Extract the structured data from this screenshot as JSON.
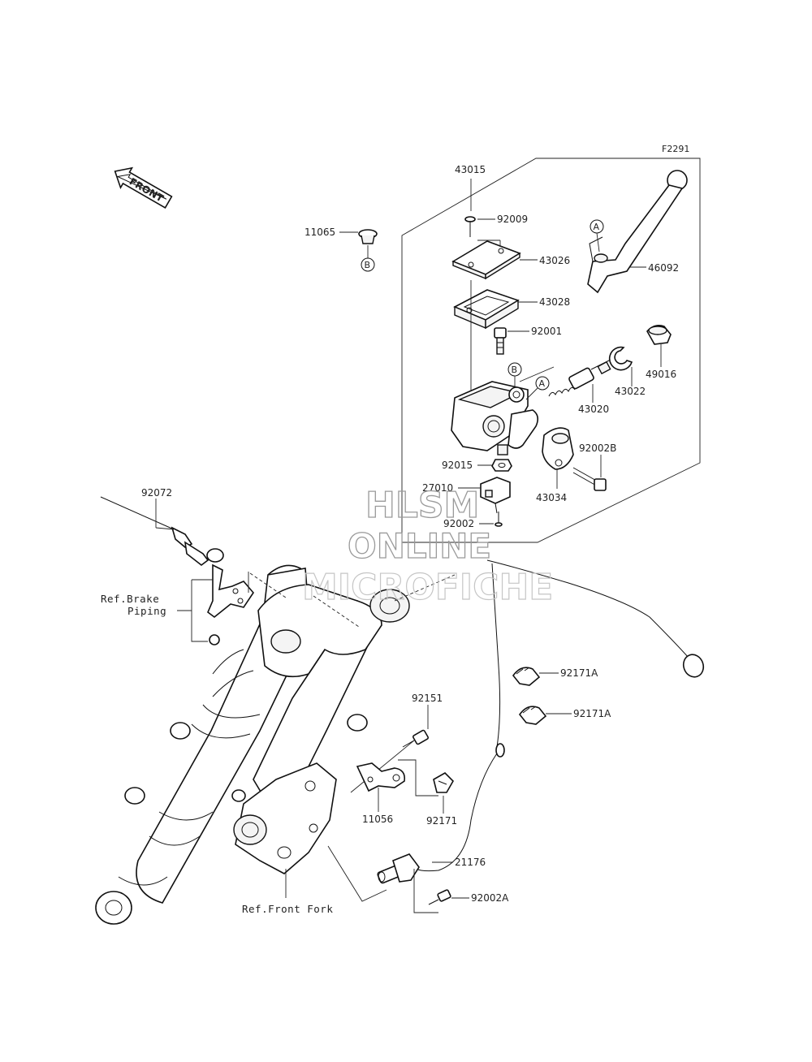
{
  "figure_code": "F2291",
  "front_label": "FRONT",
  "refs": {
    "A": "A",
    "B": "B"
  },
  "parts": {
    "p43015": "43015",
    "p92009": "92009",
    "p43026": "43026",
    "p43028": "43028",
    "p92001": "92001",
    "p46092": "46092",
    "p49016": "49016",
    "p43022": "43022",
    "p43020": "43020",
    "p11065": "11065",
    "p92002B": "92002B",
    "p43034": "43034",
    "p92015": "92015",
    "p27010": "27010",
    "p92002": "92002",
    "p92072": "92072",
    "p92171A_1": "92171A",
    "p92171A_2": "92171A",
    "p92151": "92151",
    "p11056": "11056",
    "p92171": "92171",
    "p21176": "21176",
    "p92002A": "92002A"
  },
  "ref_notes": {
    "brake_line1": "Ref.Brake",
    "brake_line2": "Piping",
    "front_fork": "Ref.Front Fork"
  },
  "watermark": {
    "line1": "HLSM",
    "line2": "ONLINE",
    "line3": "MICROFICHE"
  }
}
